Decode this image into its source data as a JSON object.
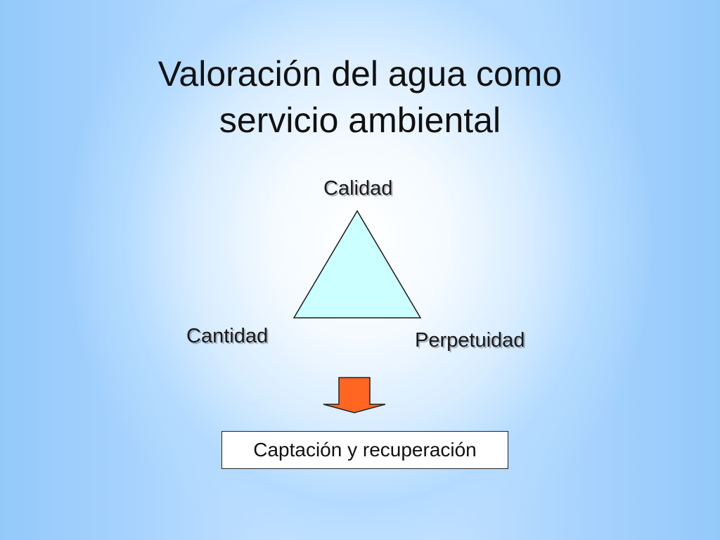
{
  "slide": {
    "title_line_1": "Valoración del agua como",
    "title_line_2": "servicio ambiental"
  },
  "diagram": {
    "vertex_top": "Calidad",
    "vertex_left": "Cantidad",
    "vertex_right": "Perpetuidad",
    "result": "Captación y recuperación"
  },
  "colors": {
    "triangle_fill": "#ccffff",
    "arrow_fill": "#ff6622",
    "box_fill": "#ffffff"
  }
}
